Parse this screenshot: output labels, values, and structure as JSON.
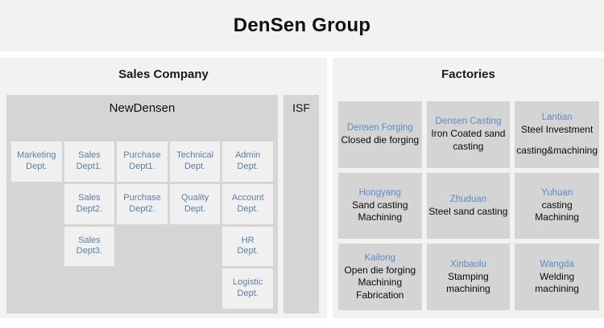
{
  "header": {
    "title": "DenSen Group"
  },
  "columns": {
    "left_label": "Sales Company",
    "right_label": "Factories"
  },
  "sales_company": {
    "company_name": "NewDensen",
    "isf_label": "ISF",
    "dept_grid": [
      [
        {
          "label": "Marketing\nDept.",
          "empty": false
        },
        {
          "label": "Sales\nDept1.",
          "empty": false
        },
        {
          "label": "Purchase\nDept1.",
          "empty": false
        },
        {
          "label": "Technical\nDept.",
          "empty": false
        },
        {
          "label": "Admin\nDept.",
          "empty": false
        }
      ],
      [
        {
          "label": "",
          "empty": true
        },
        {
          "label": "Sales\nDept2.",
          "empty": false
        },
        {
          "label": "Purchase\nDept2.",
          "empty": false
        },
        {
          "label": "Quality\nDept.",
          "empty": false
        },
        {
          "label": "Account\nDept.",
          "empty": false
        }
      ],
      [
        {
          "label": "",
          "empty": true
        },
        {
          "label": "Sales\nDept3.",
          "empty": false
        },
        {
          "label": "",
          "empty": true
        },
        {
          "label": "",
          "empty": true
        },
        {
          "label": "HR\nDept.",
          "empty": false
        }
      ],
      [
        {
          "label": "",
          "empty": true
        },
        {
          "label": "",
          "empty": true
        },
        {
          "label": "",
          "empty": true
        },
        {
          "label": "",
          "empty": true
        },
        {
          "label": "Logistic\nDept.",
          "empty": false
        }
      ]
    ]
  },
  "factories": [
    {
      "name": "Densen Forging",
      "desc": "Closed die forging",
      "desc2": ""
    },
    {
      "name": "Densen Casting",
      "desc": "Iron Coated sand\ncasting",
      "desc2": ""
    },
    {
      "name": "Lantian",
      "desc": "Steel Investment",
      "desc2": "casting&machining"
    },
    {
      "name": "Hongyang",
      "desc": "Sand casting\nMachining",
      "desc2": ""
    },
    {
      "name": "Zhuduan",
      "desc": "Steel sand casting",
      "desc2": ""
    },
    {
      "name": "Yuhuan",
      "desc": "casting\nMachining",
      "desc2": ""
    },
    {
      "name": "Kailong",
      "desc": "Open die forging\nMachining\nFabrication",
      "desc2": ""
    },
    {
      "name": "Xinbaolu",
      "desc": "Stamping\nmachining",
      "desc2": ""
    },
    {
      "name": "Wangda",
      "desc": "Welding\nmachining",
      "desc2": ""
    }
  ],
  "colors": {
    "page_bg": "#ffffff",
    "band_bg": "#f2f2f2",
    "panel_bg": "#d5d5d5",
    "dept_box_bg": "#f0f0f0",
    "dept_text": "#5a7fa8",
    "factory_box_bg": "#d4d4d4",
    "factory_name_text": "#5b8cc4",
    "factory_desc_text": "#0b0b0b",
    "title_text": "#111111"
  }
}
